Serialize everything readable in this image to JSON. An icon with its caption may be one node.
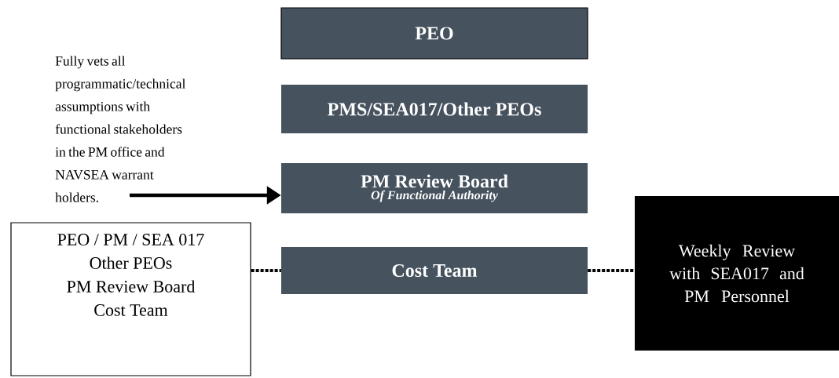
{
  "diagram": {
    "nodes": [
      {
        "text": [
          "PEO"
        ]
      },
      {
        "text": [
          "PMS/SEA017/Other PEOs"
        ]
      },
      {
        "text": [
          "PM Review Board",
          "Of Functional Authority"
        ]
      },
      {
        "text": [
          "Cost Team"
        ]
      },
      {
        "text": [
          "PEO / PM / SEA 017",
          "Other PEOs",
          "PM Review Board",
          "Cost Team"
        ]
      },
      {
        "text": [
          "Weekly Review with SEA017 and PM Personnel"
        ]
      },
      {
        "text": [
          "Fully vets all programmatic/technical assumptions with functional stakeholders in the PM office and NAVSEA warrant holders."
        ]
      }
    ],
    "edges": [
      {
        "from": 6,
        "to": 2,
        "arrow": "to"
      },
      {
        "from": 4,
        "to": 3,
        "arrow": "none",
        "style": "dashed"
      },
      {
        "from": 3,
        "to": 5,
        "arrow": "none",
        "style": "dashed"
      }
    ]
  }
}
